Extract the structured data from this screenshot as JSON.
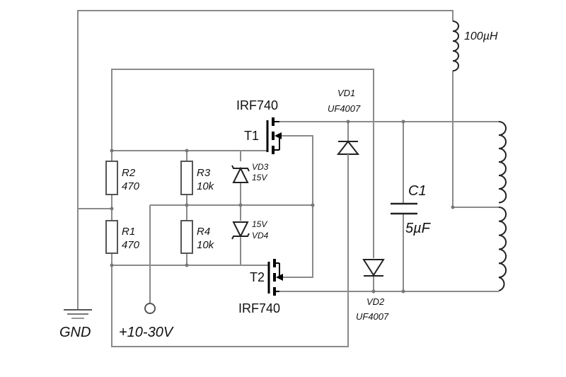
{
  "schematic": {
    "inductor_label": "100µH",
    "t1": {
      "label": "T1",
      "part": "IRF740"
    },
    "t2": {
      "label": "T2",
      "part": "IRF740"
    },
    "vd1": {
      "label": "VD1",
      "part": "UF4007"
    },
    "vd2": {
      "label": "VD2",
      "part": "UF4007"
    },
    "vd3": {
      "label": "VD3",
      "voltage": "15V"
    },
    "vd4": {
      "label": "VD4",
      "voltage": "15V"
    },
    "r1": {
      "label": "R1",
      "value": "470"
    },
    "r2": {
      "label": "R2",
      "value": "470"
    },
    "r3": {
      "label": "R3",
      "value": "10k"
    },
    "r4": {
      "label": "R4",
      "value": "10k"
    },
    "c1": {
      "label": "C1",
      "value": "5µF"
    },
    "gnd_label": "GND",
    "supply_label": "+10-30V"
  },
  "colors": {
    "wire": "#8a8a8a",
    "component": "#000000",
    "text": "#111111",
    "background": "#ffffff"
  }
}
